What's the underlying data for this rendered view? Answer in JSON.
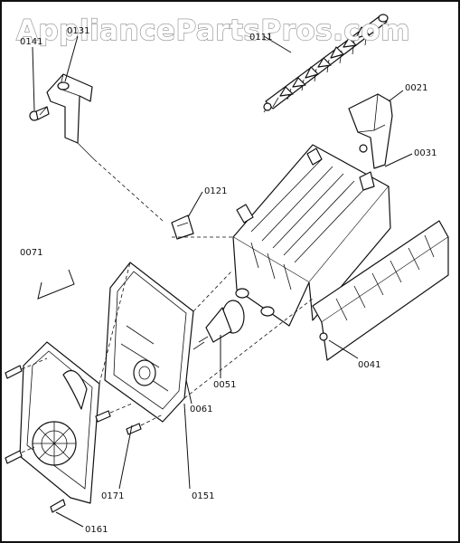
{
  "watermark": {
    "text": "AppliancePartsPros.com"
  },
  "callouts": {
    "p0141": "0141",
    "p0131": "0131",
    "p0111": "0111",
    "p0021": "0021",
    "p0031": "0031",
    "p0121": "0121",
    "p0071": "0071",
    "p0041": "0041",
    "p0051": "0051",
    "p0061": "0061",
    "p0171": "0171",
    "p0151": "0151",
    "p0161": "0161"
  },
  "colors": {
    "line": "#111111",
    "background": "#ffffff",
    "watermark_outline": "#8a8a8a"
  }
}
